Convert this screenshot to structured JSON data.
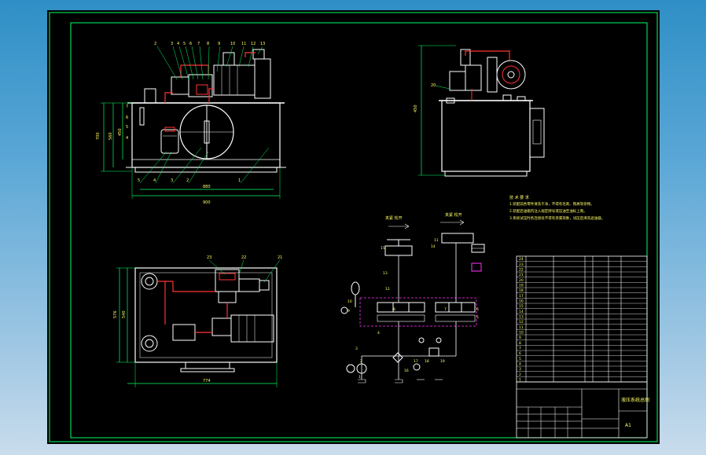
{
  "colors": {
    "background_top": "#2f8fc6",
    "background_bottom": "#c9dcec",
    "sheet": "#000000",
    "frame": "#00ff66",
    "outline": "#ffffff",
    "pipe": "#ff3333",
    "dim": "#00ff66",
    "text": "#ffff66",
    "highlight": "#ff33ff"
  },
  "drawing": {
    "sheet_size": "A1"
  },
  "front_view": {
    "leaders": [
      "2",
      "3",
      "4",
      "5",
      "6",
      "7",
      "8",
      "9",
      "10",
      "11",
      "12",
      "13"
    ],
    "bottom_leaders": [
      "5",
      "4",
      "3",
      "2",
      "1"
    ],
    "side_marks": [
      "7",
      "6",
      "5",
      "4"
    ],
    "dim_width": "900",
    "dim_inner": "880",
    "dim_heights": [
      "700",
      "560",
      "450"
    ]
  },
  "side_view": {
    "leader": "20",
    "dim_height": "450"
  },
  "top_view": {
    "leaders": [
      "23",
      "22",
      "21"
    ],
    "dim_width": "774",
    "dim_depth": "576",
    "dim_inner_depth": "540"
  },
  "schematic": {
    "labels": [
      "15",
      "14",
      "13",
      "12",
      "11",
      "10",
      "9",
      "8",
      "7",
      "6",
      "5",
      "4",
      "3",
      "2",
      "1",
      "16",
      "17",
      "18",
      "19"
    ],
    "left_header": "夹紧 松开",
    "right_header": "夹紧 松开"
  },
  "bom": {
    "rows": [
      "24",
      "23",
      "22",
      "21",
      "20",
      "19",
      "18",
      "17",
      "16",
      "15",
      "14",
      "13",
      "12",
      "11",
      "10",
      "9",
      "8",
      "7",
      "6",
      "5",
      "4",
      "3",
      "2",
      "1"
    ]
  },
  "title_block": {
    "title": "液压系统总图",
    "sheet": "A1"
  }
}
